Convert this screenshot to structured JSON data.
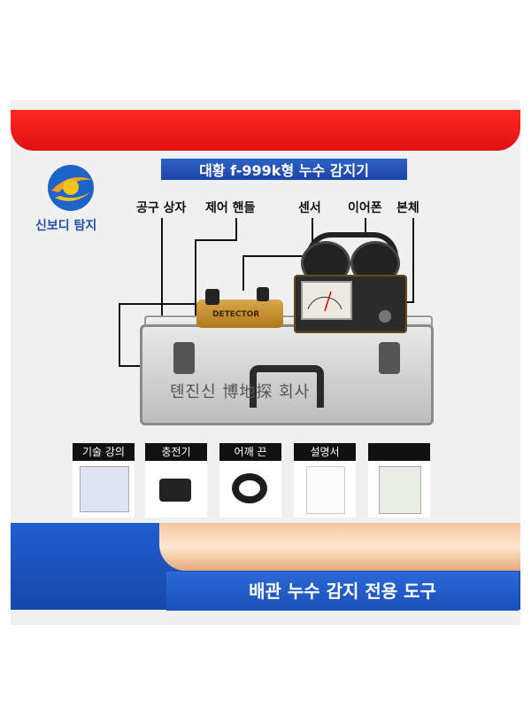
{
  "title": "대황 f-999k형 누수 감지기",
  "brand": "신보디 탐지",
  "labels": {
    "case": "공구 상자",
    "handle": "제어 핸들",
    "sensor": "센서",
    "earphone": "이어폰",
    "body": "본체"
  },
  "case_text": "톈진신 博地探 회사",
  "detector_text": "DETECTOR",
  "accessories": [
    "기술 강의",
    "충전기",
    "어깨 끈",
    "설명서",
    ""
  ],
  "bottom_banner": "배관 누수 감지 전용 도구",
  "colors": {
    "red": "#e01010",
    "blue": "#1b4fb8",
    "gold": "#c58f2a"
  }
}
